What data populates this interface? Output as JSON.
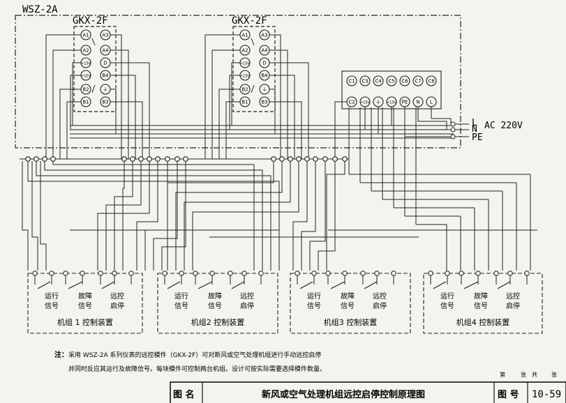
{
  "system_label": "WSZ-2A",
  "module_label": "GKX-2F",
  "module_terminals": {
    "left": [
      "A1",
      "A2",
      "+15V",
      "+15V",
      "B2",
      "B1"
    ],
    "right": [
      "A3",
      "A4",
      "D",
      "B4",
      "⏚",
      "B3"
    ]
  },
  "controller_terminals": {
    "top": [
      "C1",
      "C3",
      "C4",
      "C5",
      "C6",
      "C7",
      "C8"
    ],
    "bottom": [
      "C2",
      "+15V",
      "⏚",
      "+15V",
      "PE",
      "N",
      "L"
    ]
  },
  "power": {
    "L": "L",
    "N": "N",
    "AC": "AC 220V",
    "PE": "PE"
  },
  "unit_box": {
    "run": [
      "运行",
      "信号"
    ],
    "fault": [
      "故障",
      "信号"
    ],
    "remote": [
      "远控",
      "启停"
    ]
  },
  "units": [
    "机组 1 控制装置",
    "机组2 控制装置",
    "机组3 控制装置",
    "机组4 控制装置"
  ],
  "note": {
    "prefix": "注：",
    "line1": "采用 WSZ-2A 系列仪表的远控模件（GKX-2F）可对新风或空气处理机组进行手动远控启停",
    "line2": "并同时反应其运行及故障信号。每块模件可控制两台机组。设计可按实际需要选择模件数量。"
  },
  "page": {
    "di": "第",
    "zhang": "张",
    "gong": "共",
    "zhang2": "张"
  },
  "title_block": {
    "label": "图 名",
    "title": "新风或空气处理机组远控启停控制原理图",
    "num_label": "图 号",
    "number": "10-59"
  }
}
